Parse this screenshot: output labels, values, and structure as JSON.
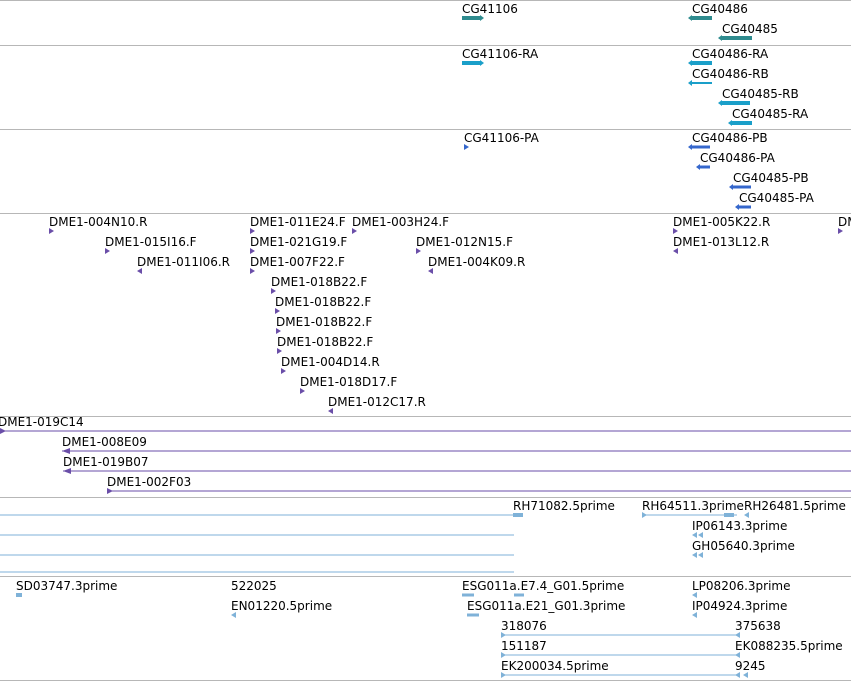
{
  "colors": {
    "gene": "#2e8b8e",
    "transcript": "#1a9fc9",
    "protein": "#3567cc",
    "bac_end": "#6a4ea8",
    "est": "#7fb2d8",
    "divider": "#b7b7b7"
  },
  "icons": {
    "feature_glyph": "arrow-glyph-icon",
    "span_line": "alignment-span-icon"
  },
  "tracks": [
    {
      "name": "gene-track",
      "items": [
        {
          "label": "CG41106",
          "color": "gene"
        },
        {
          "label": "CG40486",
          "color": "gene"
        },
        {
          "label": "CG40485",
          "color": "gene"
        }
      ]
    },
    {
      "name": "transcript-track",
      "items": [
        {
          "label": "CG41106-RA",
          "color": "transcript"
        },
        {
          "label": "CG40486-RA",
          "color": "transcript"
        },
        {
          "label": "CG40486-RB",
          "color": "transcript"
        },
        {
          "label": "CG40485-RB",
          "color": "transcript"
        },
        {
          "label": "CG40485-RA",
          "color": "transcript"
        }
      ]
    },
    {
      "name": "protein-track",
      "items": [
        {
          "label": "CG41106-PA",
          "color": "protein"
        },
        {
          "label": "CG40486-PB",
          "color": "protein"
        },
        {
          "label": "CG40486-PA",
          "color": "protein"
        },
        {
          "label": "CG40485-PB",
          "color": "protein"
        },
        {
          "label": "CG40485-PA",
          "color": "protein"
        }
      ]
    },
    {
      "name": "bac-end-track",
      "items": [
        {
          "label": "DME1-004N10.R",
          "color": "bac_end"
        },
        {
          "label": "DME1-011E24.F",
          "color": "bac_end"
        },
        {
          "label": "DME1-003H24.F",
          "color": "bac_end"
        },
        {
          "label": "DME1-005K22.R",
          "color": "bac_end"
        },
        {
          "label": "DM",
          "color": "bac_end"
        },
        {
          "label": "DME1-015I16.F",
          "color": "bac_end"
        },
        {
          "label": "DME1-021G19.F",
          "color": "bac_end"
        },
        {
          "label": "DME1-012N15.F",
          "color": "bac_end"
        },
        {
          "label": "DME1-013L12.R",
          "color": "bac_end"
        },
        {
          "label": "DME1-011I06.R",
          "color": "bac_end"
        },
        {
          "label": "DME1-007F22.F",
          "color": "bac_end"
        },
        {
          "label": "DME1-004K09.R",
          "color": "bac_end"
        },
        {
          "label": "DME1-018B22.F",
          "color": "bac_end"
        },
        {
          "label": "DME1-018B22.F",
          "color": "bac_end"
        },
        {
          "label": "DME1-018B22.F",
          "color": "bac_end"
        },
        {
          "label": "DME1-018B22.F",
          "color": "bac_end"
        },
        {
          "label": "DME1-004D14.R",
          "color": "bac_end"
        },
        {
          "label": "DME1-018D17.F",
          "color": "bac_end"
        },
        {
          "label": "DME1-012C17.R",
          "color": "bac_end"
        }
      ]
    },
    {
      "name": "bac-clone-track",
      "items": [
        {
          "label": "DME1-019C14",
          "color": "bac_end"
        },
        {
          "label": "DME1-008E09",
          "color": "bac_end"
        },
        {
          "label": "DME1-019B07",
          "color": "bac_end"
        },
        {
          "label": "DME1-002F03",
          "color": "bac_end"
        }
      ]
    },
    {
      "name": "cdna-track",
      "items": [
        {
          "label": "RH71082.5prime",
          "color": "est"
        },
        {
          "label": "RH64511.3prime",
          "color": "est"
        },
        {
          "label": "RH26481.5prime",
          "color": "est"
        },
        {
          "label": "IP06143.3prime",
          "color": "est"
        },
        {
          "label": "GH05640.3prime",
          "color": "est"
        },
        {
          "label": "",
          "color": "est"
        }
      ]
    },
    {
      "name": "est-track",
      "items": [
        {
          "label": "SD03747.3prime",
          "color": "est"
        },
        {
          "label": "522025",
          "color": "est"
        },
        {
          "label": "ESG011a.E7.4_G01.5prime",
          "color": "est"
        },
        {
          "label": "LP08206.3prime",
          "color": "est"
        },
        {
          "label": "EN01220.5prime",
          "color": "est"
        },
        {
          "label": "ESG011a.E21_G01.3prime",
          "color": "est"
        },
        {
          "label": "IP04924.3prime",
          "color": "est"
        },
        {
          "label": "318076",
          "color": "est"
        },
        {
          "label": "375638",
          "color": "est"
        },
        {
          "label": "151187",
          "color": "est"
        },
        {
          "label": "EK088235.5prime",
          "color": "est"
        },
        {
          "label": "EK200034.5prime",
          "color": "est"
        },
        {
          "label": "9245",
          "color": "est"
        }
      ]
    }
  ]
}
